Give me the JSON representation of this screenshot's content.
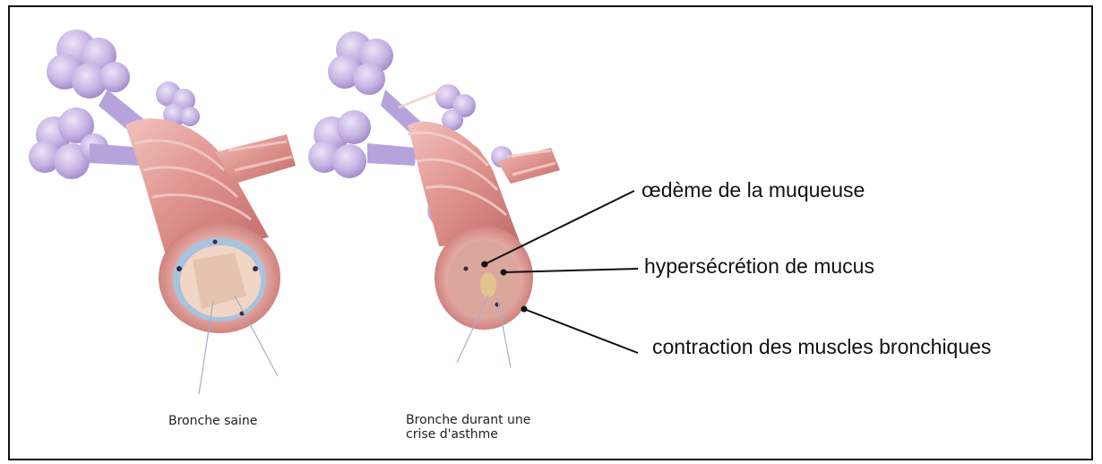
{
  "figure": {
    "healthy_caption": "Bronche saine",
    "asthma_caption_line1": "Bronche durant une",
    "asthma_caption_line2": "crise d'asthme"
  },
  "annotations": [
    {
      "text": "œdème de la muqueuse"
    },
    {
      "text": "hypersécrétion de mucus"
    },
    {
      "text": "contraction des muscles bronchiques"
    }
  ],
  "colors": {
    "alveoli": "#c6b3e3",
    "bronchus_wall": "#d98a8a",
    "muscle_band": "#e7a7a0",
    "lumen": "#f1d6c6",
    "leader_line": "#111111"
  }
}
